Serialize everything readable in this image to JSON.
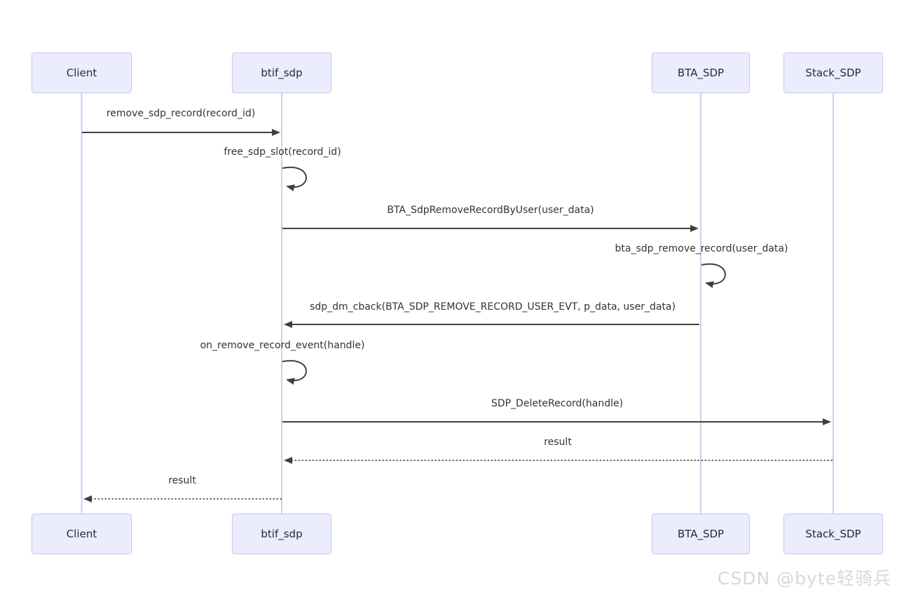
{
  "diagram": {
    "type": "sequence-diagram",
    "participants": [
      {
        "id": "client",
        "label": "Client"
      },
      {
        "id": "btif_sdp",
        "label": "btif_sdp"
      },
      {
        "id": "bta_sdp",
        "label": "BTA_SDP"
      },
      {
        "id": "stack_sdp",
        "label": "Stack_SDP"
      }
    ],
    "messages": [
      {
        "from": "Client",
        "to": "btif_sdp",
        "style": "solid",
        "label": "remove_sdp_record(record_id)"
      },
      {
        "from": "btif_sdp",
        "to": "btif_sdp",
        "style": "self",
        "label": "free_sdp_slot(record_id)"
      },
      {
        "from": "btif_sdp",
        "to": "BTA_SDP",
        "style": "solid",
        "label": "BTA_SdpRemoveRecordByUser(user_data)"
      },
      {
        "from": "BTA_SDP",
        "to": "BTA_SDP",
        "style": "self",
        "label": "bta_sdp_remove_record(user_data)"
      },
      {
        "from": "BTA_SDP",
        "to": "btif_sdp",
        "style": "solid",
        "label": "sdp_dm_cback(BTA_SDP_REMOVE_RECORD_USER_EVT, p_data, user_data)"
      },
      {
        "from": "btif_sdp",
        "to": "btif_sdp",
        "style": "self",
        "label": "on_remove_record_event(handle)"
      },
      {
        "from": "btif_sdp",
        "to": "Stack_SDP",
        "style": "solid",
        "label": "SDP_DeleteRecord(handle)"
      },
      {
        "from": "Stack_SDP",
        "to": "btif_sdp",
        "style": "dashed",
        "label": "result"
      },
      {
        "from": "btif_sdp",
        "to": "Client",
        "style": "dashed",
        "label": "result"
      }
    ],
    "colors": {
      "actor_fill": "#ECECFF",
      "actor_border": "#c9c4ea",
      "lifeline": "#d4ccec",
      "arrow": "#3f3f3f",
      "text": "#333333",
      "watermark": "#d8d8d8"
    },
    "watermark": "CSDN @byte轻骑兵"
  }
}
